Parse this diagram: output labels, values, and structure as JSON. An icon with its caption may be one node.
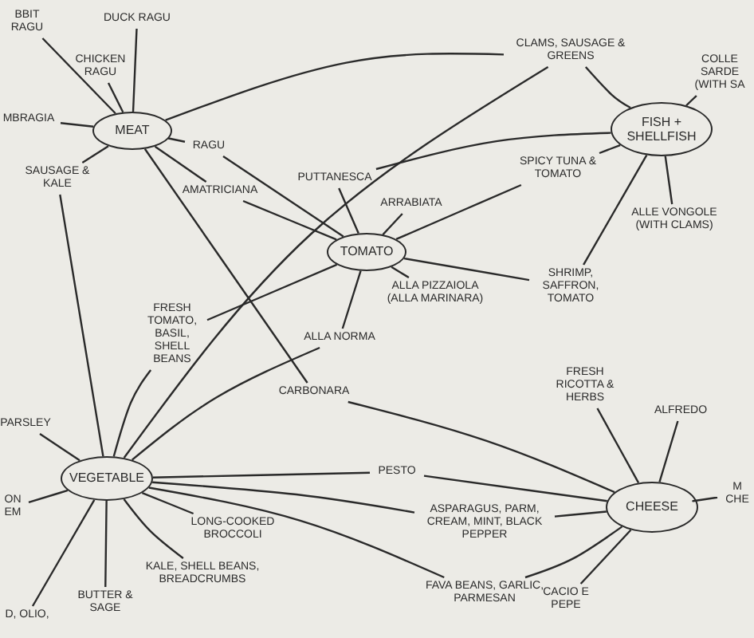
{
  "diagram": {
    "nodes": [
      {
        "text": [
          "BBIT RAGU"
        ]
      },
      {
        "text": [
          "CHICKEN RAGU"
        ]
      },
      {
        "text": [
          "DUCK RAGU"
        ]
      },
      {
        "text": [
          "MBRAGIA"
        ]
      },
      {
        "text": [
          "MEAT"
        ]
      },
      {
        "text": [
          "CLAMS, SAUSAGE & GREENS"
        ]
      },
      {
        "text": [
          "COLLE SARDE (WITH SA"
        ]
      },
      {
        "text": [
          "SAUSAGE & KALE"
        ]
      },
      {
        "text": [
          "RAGU"
        ]
      },
      {
        "text": [
          "FISH + SHELLFISH"
        ]
      },
      {
        "text": [
          "PUTTANESCA"
        ]
      },
      {
        "text": [
          "ARRABIATA"
        ]
      },
      {
        "text": [
          "SPICY TUNA & TOMATO"
        ]
      },
      {
        "text": [
          "AMATRICIANA"
        ]
      },
      {
        "text": [
          "ALLE VONGOLE (WITH CLAMS)"
        ]
      },
      {
        "text": [
          "TOMATO"
        ]
      },
      {
        "text": [
          "ALLA PIZZAIOLA (ALLA MARINARA)"
        ]
      },
      {
        "text": [
          "SHRIMP, SAFFRON, TOMATO"
        ]
      },
      {
        "text": [
          "FRESH TOMATO, BASIL, SHELL BEANS"
        ]
      },
      {
        "text": [
          "ALLA NORMA"
        ]
      },
      {
        "text": [
          "CARBONARA"
        ]
      },
      {
        "text": [
          "PARSLEY"
        ]
      },
      {
        "text": [
          "ON EM"
        ]
      },
      {
        "text": [
          "VEGETABLE"
        ]
      },
      {
        "text": [
          "PESTO"
        ]
      },
      {
        "text": [
          "ASPARAGUS, PARM, CREAM, MINT, BLACK PEPPER"
        ]
      },
      {
        "text": [
          "LONG-COOKED BROCCOLI"
        ]
      },
      {
        "text": [
          "CHEESE"
        ]
      },
      {
        "text": [
          "M CHE"
        ]
      },
      {
        "text": [
          "KALE, SHELL BEANS, BREADCRUMBS"
        ]
      },
      {
        "text": [
          "BUTTER & SAGE"
        ]
      },
      {
        "text": [
          "D, OLIO,"
        ]
      },
      {
        "text": [
          "FAVA BEANS, GARLIC, PARMESAN"
        ]
      },
      {
        "text": [
          "FRESH RICOTTA & HERBS"
        ]
      },
      {
        "text": [
          "ALFREDO"
        ]
      },
      {
        "text": [
          "CACIO E PEPE"
        ]
      }
    ],
    "edges": [
      {
        "from": 4,
        "to": 0,
        "arrow": "none"
      },
      {
        "from": 4,
        "to": 1,
        "arrow": "none"
      },
      {
        "from": 4,
        "to": 2,
        "arrow": "none"
      },
      {
        "from": 4,
        "to": 3,
        "arrow": "none"
      },
      {
        "from": 4,
        "to": 7,
        "arrow": "none"
      },
      {
        "from": 4,
        "to": 8,
        "arrow": "none"
      },
      {
        "from": 4,
        "to": 13,
        "arrow": "none"
      },
      {
        "from": 4,
        "to": 5,
        "arrow": "none"
      },
      {
        "from": 4,
        "to": 20,
        "arrow": "none"
      },
      {
        "from": 8,
        "to": 15,
        "arrow": "none"
      },
      {
        "from": 13,
        "to": 15,
        "arrow": "none"
      },
      {
        "from": 7,
        "to": 23,
        "arrow": "none"
      },
      {
        "from": 5,
        "to": 9,
        "arrow": "none"
      },
      {
        "from": 5,
        "to": 23,
        "arrow": "none"
      },
      {
        "from": 9,
        "to": 6,
        "arrow": "none"
      },
      {
        "from": 9,
        "to": 10,
        "arrow": "none"
      },
      {
        "from": 10,
        "to": 15,
        "arrow": "none"
      },
      {
        "from": 9,
        "to": 14,
        "arrow": "none"
      },
      {
        "from": 9,
        "to": 17,
        "arrow": "none"
      },
      {
        "from": 12,
        "to": 9,
        "arrow": "none"
      },
      {
        "from": 12,
        "to": 15,
        "arrow": "none"
      },
      {
        "from": 15,
        "to": 17,
        "arrow": "none"
      },
      {
        "from": 11,
        "to": 15,
        "arrow": "none"
      },
      {
        "from": 15,
        "to": 16,
        "arrow": "none"
      },
      {
        "from": 15,
        "to": 19,
        "arrow": "none"
      },
      {
        "from": 15,
        "to": 18,
        "arrow": "none"
      },
      {
        "from": 23,
        "to": 18,
        "arrow": "none"
      },
      {
        "from": 23,
        "to": 19,
        "arrow": "none"
      },
      {
        "from": 23,
        "to": 21,
        "arrow": "none"
      },
      {
        "from": 23,
        "to": 22,
        "arrow": "none"
      },
      {
        "from": 23,
        "to": 31,
        "arrow": "none"
      },
      {
        "from": 23,
        "to": 30,
        "arrow": "none"
      },
      {
        "from": 23,
        "to": 29,
        "arrow": "none"
      },
      {
        "from": 23,
        "to": 26,
        "arrow": "none"
      },
      {
        "from": 23,
        "to": 24,
        "arrow": "none"
      },
      {
        "from": 23,
        "to": 25,
        "arrow": "none"
      },
      {
        "from": 23,
        "to": 32,
        "arrow": "none"
      },
      {
        "from": 20,
        "to": 27,
        "arrow": "none"
      },
      {
        "from": 24,
        "to": 27,
        "arrow": "none"
      },
      {
        "from": 25,
        "to": 27,
        "arrow": "none"
      },
      {
        "from": 32,
        "to": 27,
        "arrow": "none"
      },
      {
        "from": 33,
        "to": 27,
        "arrow": "none"
      },
      {
        "from": 34,
        "to": 27,
        "arrow": "none"
      },
      {
        "from": 35,
        "to": 27,
        "arrow": "none"
      },
      {
        "from": 27,
        "to": 28,
        "arrow": "none"
      }
    ]
  }
}
